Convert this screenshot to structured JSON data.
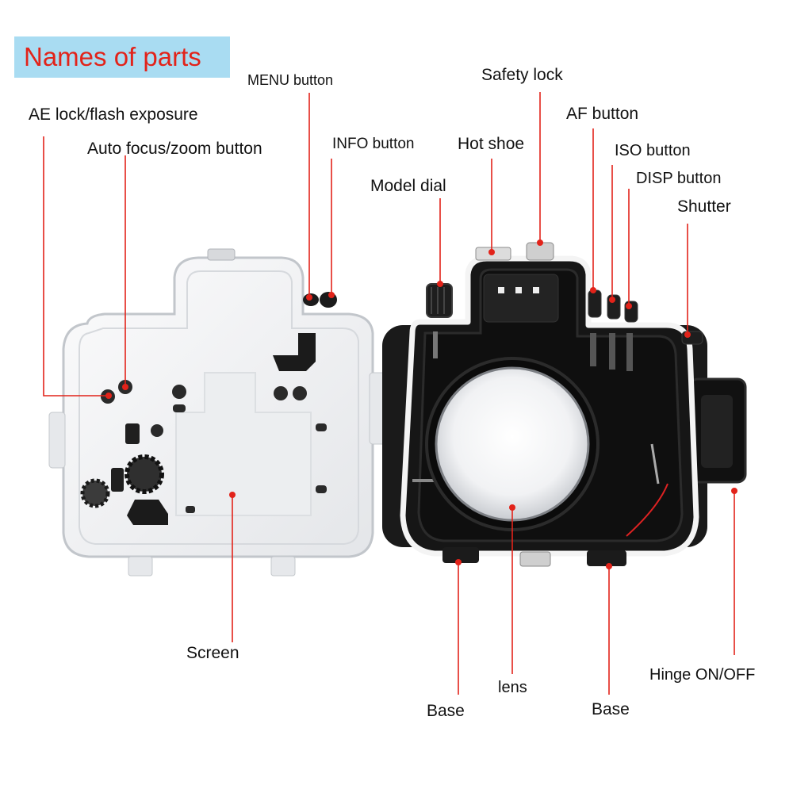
{
  "title": "Names of parts",
  "labels": {
    "menu_button": "MENU button",
    "safety_lock": "Safety lock",
    "ae_lock": "AE lock/flash exposure",
    "af_button": "AF button",
    "auto_focus_zoom": "Auto focus/zoom button",
    "info_button": "INFO button",
    "hot_shoe": "Hot shoe",
    "iso_button": "ISO button",
    "model_dial": "Model dial",
    "disp_button": "DISP button",
    "shutter": "Shutter",
    "screen": "Screen",
    "lens": "lens",
    "hinge": "Hinge ON/OFF",
    "base_left": "Base",
    "base_right": "Base"
  },
  "colors": {
    "title_text": "#e2231a",
    "title_background": "#a9dcf2",
    "leader_line": "#e2231a",
    "housing_back": "#f2f3f4",
    "housing_front": "#1a1a1a"
  }
}
